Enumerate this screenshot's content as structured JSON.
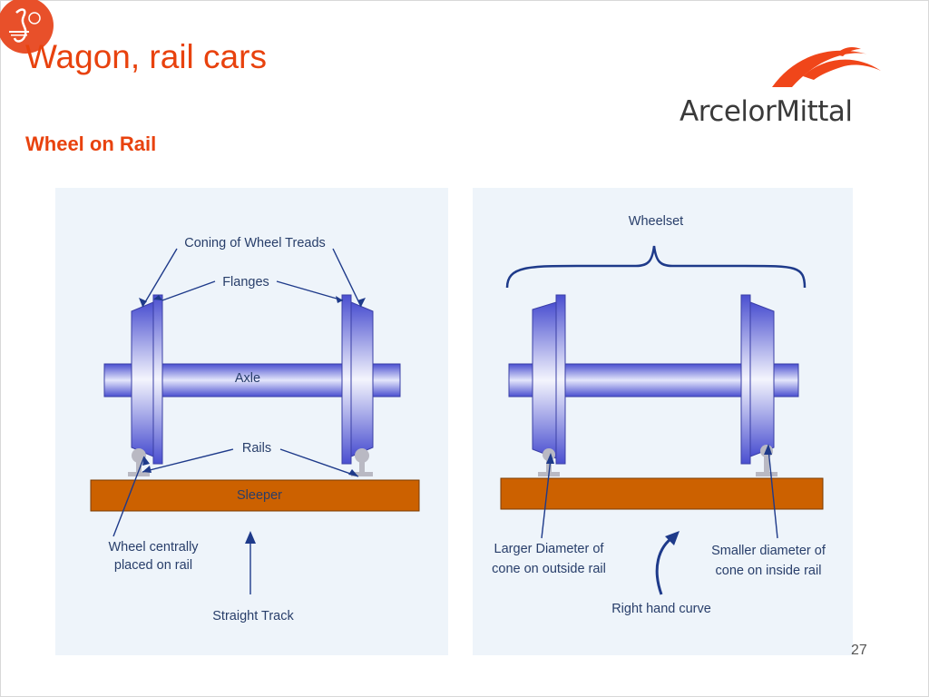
{
  "slide": {
    "title": "Wagon, rail cars",
    "subtitle": "Wheel on Rail",
    "page_number": "27"
  },
  "logo": {
    "text": "ArcelorMittal",
    "mark_color": "#f0461a"
  },
  "badge": {
    "color": "#e8502a"
  },
  "colors": {
    "title": "#e8420e",
    "panel_background": "#eef4fa",
    "sleeper": "#cc6100",
    "wheel": "#5a5fd6",
    "label": "#283e6a",
    "arrow": "#1e3a8a"
  },
  "left_diagram": {
    "labels": {
      "coning": "Coning of Wheel Treads",
      "flanges": "Flanges",
      "axle": "Axle",
      "rails": "Rails",
      "sleeper": "Sleeper",
      "wheel_centrally_line1": "Wheel centrally",
      "wheel_centrally_line2": "placed on rail",
      "straight_track": "Straight Track"
    }
  },
  "right_diagram": {
    "labels": {
      "wheelset": "Wheelset",
      "larger_line1": "Larger Diameter of",
      "larger_line2": "cone on outside rail",
      "smaller_line1": "Smaller diameter of",
      "smaller_line2": "cone on inside rail",
      "right_hand_curve": "Right hand curve"
    }
  }
}
